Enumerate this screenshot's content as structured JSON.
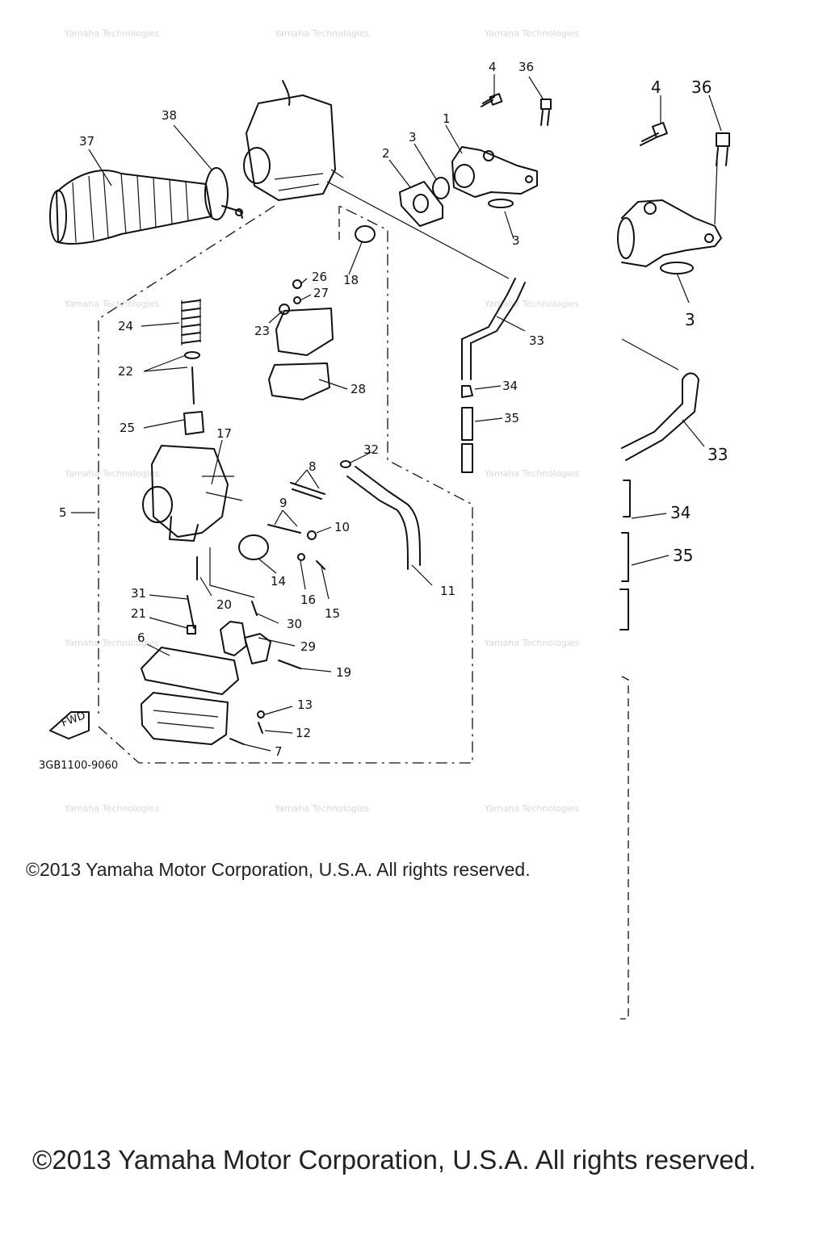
{
  "diagram": {
    "part_code": "3GB1100-9060",
    "fwd_label": "FWD",
    "watermark": "Yamaha Technologies",
    "callouts": {
      "p1": "1",
      "p2": "2",
      "p3a": "3",
      "p3b": "3",
      "p4": "4",
      "p5": "5",
      "p6": "6",
      "p7": "7",
      "p8": "8",
      "p9": "9",
      "p10": "10",
      "p11": "11",
      "p12": "12",
      "p13": "13",
      "p14": "14",
      "p15": "15",
      "p16": "16",
      "p17": "17",
      "p18": "18",
      "p19": "19",
      "p20": "20",
      "p21": "21",
      "p22": "22",
      "p23": "23",
      "p24": "24",
      "p25": "25",
      "p26": "26",
      "p27": "27",
      "p28": "28",
      "p29": "29",
      "p30": "30",
      "p31": "31",
      "p32": "32",
      "p33": "33",
      "p34": "34",
      "p35": "35",
      "p36": "36",
      "p37": "37",
      "p38": "38"
    },
    "detail_callouts": {
      "p4": "4",
      "p36": "36",
      "p3": "3",
      "p33": "33",
      "p34": "34",
      "p35": "35"
    }
  },
  "copyright_small": "©2013 Yamaha Motor Corporation, U.S.A. All rights reserved.",
  "copyright_large": "©2013 Yamaha Motor Corporation, U.S.A. All rights reserved."
}
